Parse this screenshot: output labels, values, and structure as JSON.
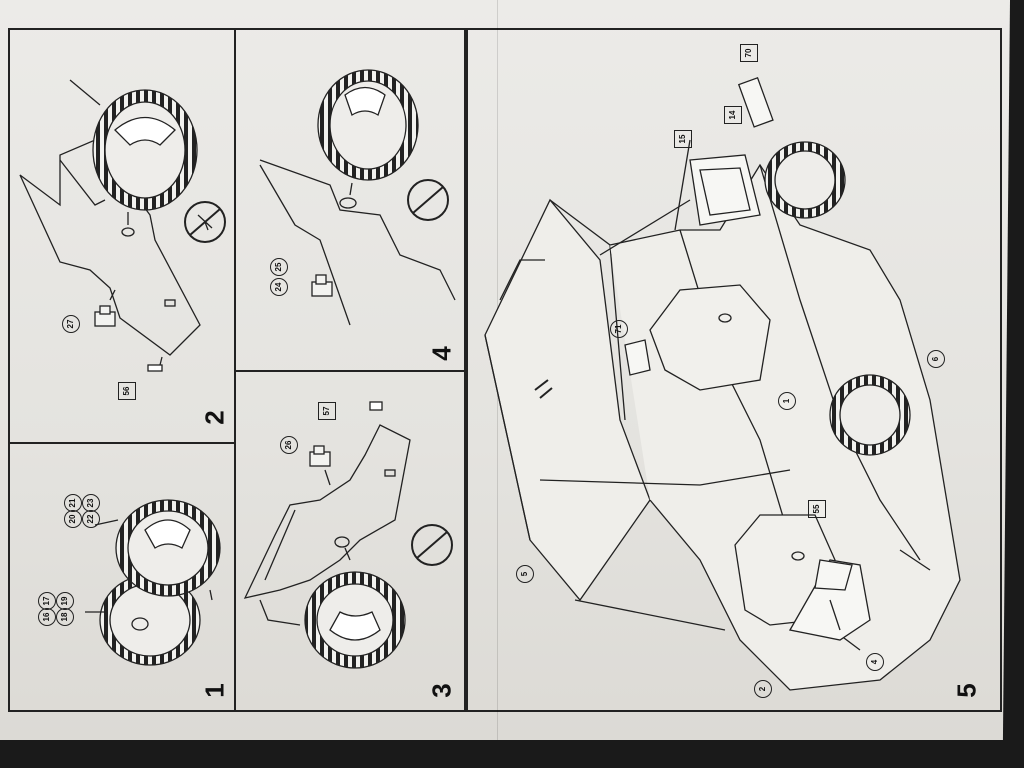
{
  "steps": [
    {
      "number": "1",
      "parts": [
        "16",
        "17",
        "18",
        "19",
        "20",
        "21",
        "22",
        "23"
      ]
    },
    {
      "number": "2",
      "parts": [
        "27",
        "56"
      ]
    },
    {
      "number": "3",
      "parts": [
        "26",
        "57"
      ]
    },
    {
      "number": "4",
      "parts": [
        "24",
        "25"
      ]
    },
    {
      "number": "5",
      "parts": [
        "1",
        "2",
        "4",
        "5",
        "6",
        "14",
        "15",
        "55",
        "70",
        "71"
      ]
    }
  ],
  "icons": [
    "do-not-glue-icon"
  ]
}
